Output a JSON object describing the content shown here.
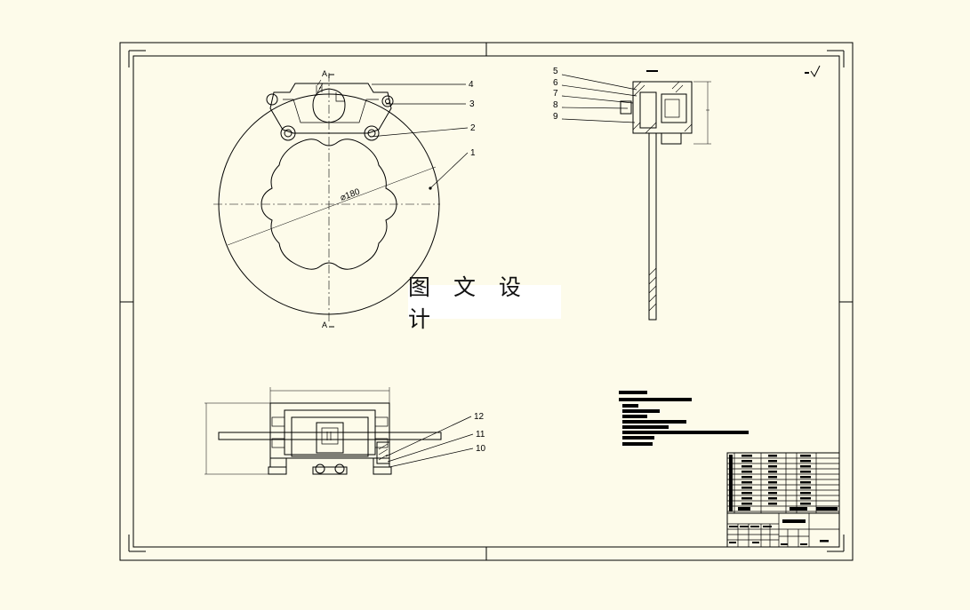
{
  "watermark": {
    "text": "图 文 设 计"
  },
  "front_view": {
    "section_marker": "A",
    "diameter_label": "⌀180",
    "callouts": [
      "4",
      "3",
      "2",
      "1"
    ]
  },
  "side_view": {
    "callouts": [
      "5",
      "6",
      "7",
      "8",
      "9"
    ]
  },
  "bottom_view": {
    "callouts": [
      "12",
      "11",
      "10"
    ]
  },
  "colors": {
    "paper": "#fdfbea",
    "line": "#000000",
    "watermark_bg": "#ffffff"
  }
}
